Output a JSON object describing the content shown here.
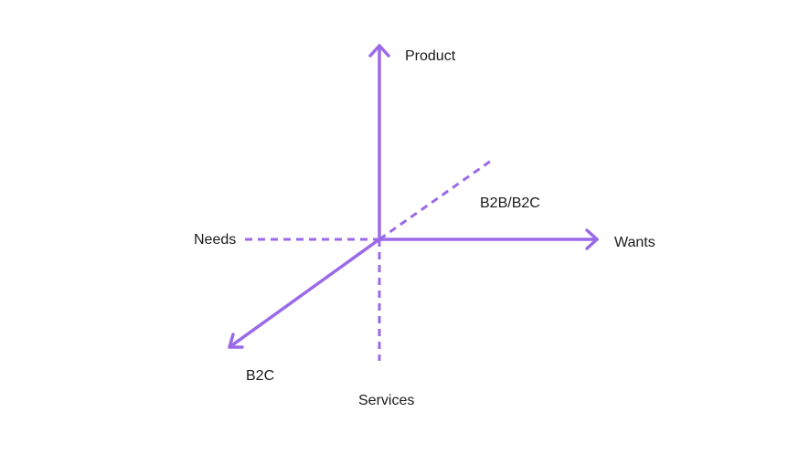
{
  "diagram": {
    "accent_color": "#9b6ae8",
    "text_color": "#1a1a1a",
    "axes": {
      "up": {
        "label": "Product",
        "style": "solid-arrow"
      },
      "right": {
        "label": "Wants",
        "style": "solid-arrow"
      },
      "left": {
        "label": "Needs",
        "style": "dashed"
      },
      "down": {
        "label": "Services",
        "style": "dashed"
      },
      "diagonal_down_left": {
        "label": "B2C",
        "style": "solid-arrow"
      },
      "diagonal_up_right": {
        "label": "B2B/B2C",
        "style": "dashed"
      }
    }
  }
}
